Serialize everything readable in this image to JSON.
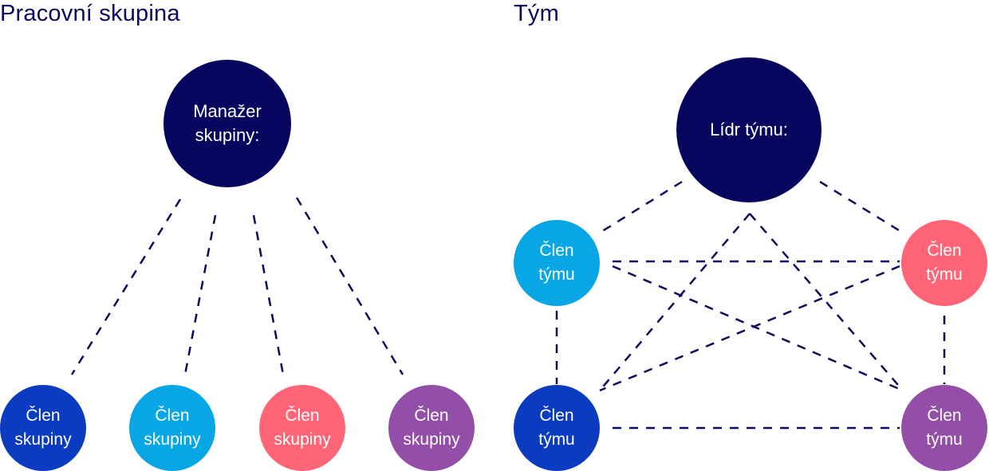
{
  "colors": {
    "navy": "#06065f",
    "royal_blue": "#0b3bbf",
    "sky_blue": "#08a6e4",
    "coral": "#ff6577",
    "purple": "#934fa8",
    "line": "#0a0a5e"
  },
  "work_group": {
    "title": "Pracovní skupina",
    "manager": {
      "label": "Manažer\nskupiny:"
    },
    "members": [
      {
        "label": "Člen\nskupiny"
      },
      {
        "label": "Člen\nskupiny"
      },
      {
        "label": "Člen\nskupiny"
      },
      {
        "label": "Člen\nskupiny"
      }
    ]
  },
  "team": {
    "title": "Tým",
    "leader": {
      "label": "Lídr týmu:"
    },
    "members": [
      {
        "label": "Člen\ntýmu"
      },
      {
        "label": "Člen\ntýmu"
      },
      {
        "label": "Člen\ntýmu"
      },
      {
        "label": "Člen\ntýmu"
      }
    ]
  }
}
